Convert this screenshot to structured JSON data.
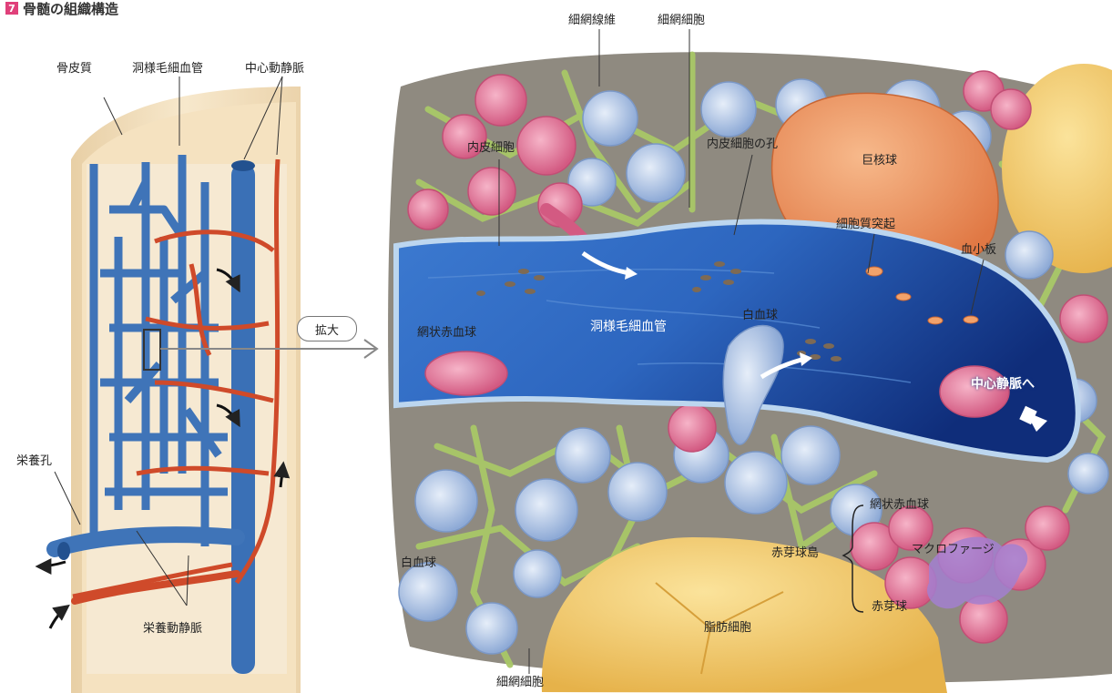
{
  "header": {
    "badge": "7",
    "title": "骨髄の組織構造"
  },
  "left_labels": {
    "cortical_bone": "骨皮質",
    "sinusoid": "洞様毛細血管",
    "central_vein": "中心動静脈",
    "nutrient_foramen": "栄養孔",
    "nutrient_vessels": "栄養動静脈"
  },
  "magnify_label": "拡大",
  "right_labels": {
    "reticular_fiber": "細網線維",
    "reticular_cell_top": "細網細胞",
    "endothelial_cell": "内皮細胞",
    "endothelial_pore": "内皮細胞の孔",
    "megakaryocyte": "巨核球",
    "cytoplasmic_process": "細胞質突起",
    "platelet": "血小板",
    "reticulocyte_left": "網状赤血球",
    "sinusoid_center": "洞様毛細血管",
    "leukocyte_top": "白血球",
    "to_central_vein": "中心静脈へ",
    "leukocyte_left": "白血球",
    "erythroblastic_island": "赤芽球島",
    "reticulocyte_right": "網状赤血球",
    "macrophage": "マクロファージ",
    "erythroblast": "赤芽球",
    "adipocyte": "脂肪細胞",
    "reticular_cell_bottom": "細網細胞"
  },
  "colors": {
    "vein": "#3f74b8",
    "artery": "#cf4a2a",
    "bone": "#efd9b3",
    "sinus_blue": "#1f58b4",
    "reticulum_green": "#a9c867",
    "fat_yellow": "#f0c45c",
    "mega_orange": "#ee9563",
    "rbc_pink": "#e5789a",
    "wbc_blue": "#a8c2e3",
    "macrophage_purple": "#a37fd0",
    "badge_pink": "#e0407a"
  }
}
